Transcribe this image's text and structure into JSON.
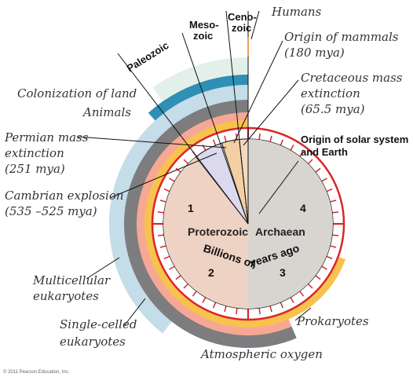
{
  "colors": {
    "land": "#e3f0ea",
    "animals": "#2f8fb4",
    "multicellular": "#c4dde8",
    "single_celled": "#7d7d80",
    "oxygen": "#f6a894",
    "prokaryotes": "#f7c24e",
    "proterozoic": "#eed2c4",
    "archaean": "#d8d5d0",
    "paleozoic_wedge": "#dcd8ee",
    "mesozoic_wedge": "#f3cfa4",
    "cenozoic_wedge": "#f3d9bd",
    "clock_ring": "#d9262a"
  },
  "eras": {
    "paleozoic": "Paleozoic",
    "mesozoic_line1": "Meso-",
    "mesozoic_line2": "zoic",
    "cenozoic_line1": "Ceno-",
    "cenozoic_line2": "zoic"
  },
  "eons": {
    "proterozoic": "Proterozoic",
    "archaean": "Archaean"
  },
  "clock_numbers": [
    "1",
    "2",
    "3",
    "4"
  ],
  "center_text": {
    "billions": "Billions of",
    "years_ago": "years ago"
  },
  "labels": {
    "humans": "Humans",
    "mammals_line1": "Origin of mammals",
    "mammals_line2": "(180 mya)",
    "cretaceous_line1": "Cretaceous mass",
    "cretaceous_line2": "extinction",
    "cretaceous_line3": "(65.5 mya)",
    "solar_line1": "Origin of solar system",
    "solar_line2": "and Earth",
    "colonization": "Colonization of land",
    "animals": "Animals",
    "permian_line1": "Permian mass",
    "permian_line2": "extinction",
    "permian_line3": "(251 mya)",
    "cambrian_line1": "Cambrian explosion",
    "cambrian_line2": "(535 –525 mya)",
    "multicellular_line1": "Multicellular",
    "multicellular_line2": "eukaryotes",
    "single_line1": "Single-celled",
    "single_line2": "eukaryotes",
    "prokaryotes": "Prokaryotes",
    "oxygen": "Atmospheric oxygen"
  },
  "copyright": "© 2011 Pearson Education, Inc."
}
